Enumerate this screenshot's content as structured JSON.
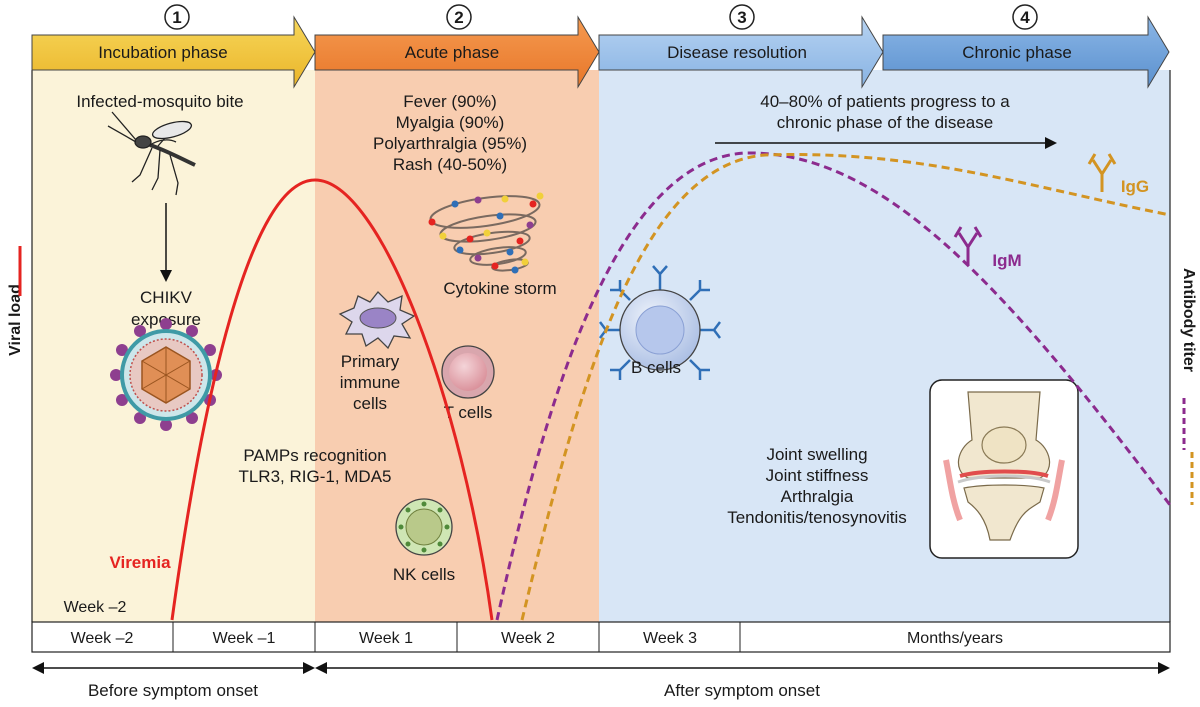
{
  "phases": [
    {
      "number": "1",
      "label": "Incubation phase"
    },
    {
      "number": "2",
      "label": "Acute phase"
    },
    {
      "number": "3",
      "label": "Disease resolution"
    },
    {
      "number": "4",
      "label": "Chronic phase"
    }
  ],
  "incubation": {
    "bite_label": "Infected-mosquito bite",
    "exposure_line1": "CHIKV",
    "exposure_line2": "exposure",
    "viremia": "Viremia",
    "week_marker": "Week –2"
  },
  "acute": {
    "symptoms": [
      "Fever (90%)",
      "Myalgia (90%)",
      "Polyarthralgia (95%)",
      "Rash (40-50%)"
    ],
    "cytokine": "Cytokine storm",
    "primary_cells": [
      "Primary",
      "immune",
      "cells"
    ],
    "t_cells": "T cells",
    "pamps_line1": "PAMPs recognition",
    "pamps_line2": "TLR3, RIG-1, MDA5",
    "nk_cells": "NK cells"
  },
  "resolution": {
    "progress_line1": "40–80% of patients progress to a",
    "progress_line2": "chronic phase of the disease",
    "b_cells": "B cells",
    "joint_symptoms": [
      "Joint swelling",
      "Joint stiffness",
      "Arthralgia",
      "Tendonitis/tenosynovitis"
    ]
  },
  "antibodies": {
    "igg": "IgG",
    "igm": "IgM"
  },
  "axes": {
    "left": "Viral load",
    "right": "Antibody titer"
  },
  "timeline": [
    "Week –2",
    "Week –1",
    "Week 1",
    "Week 2",
    "Week 3",
    "Months/years"
  ],
  "onset": {
    "before": "Before symptom onset",
    "after": "After symptom onset"
  },
  "colors": {
    "incubation": "#f5c73d",
    "acute": "#f08a3c",
    "resolution": "#9cc1ea",
    "chronic": "#6a9fd8",
    "viral_load": "#e52421",
    "igm": "#8c2b8e",
    "igg": "#d39422"
  }
}
